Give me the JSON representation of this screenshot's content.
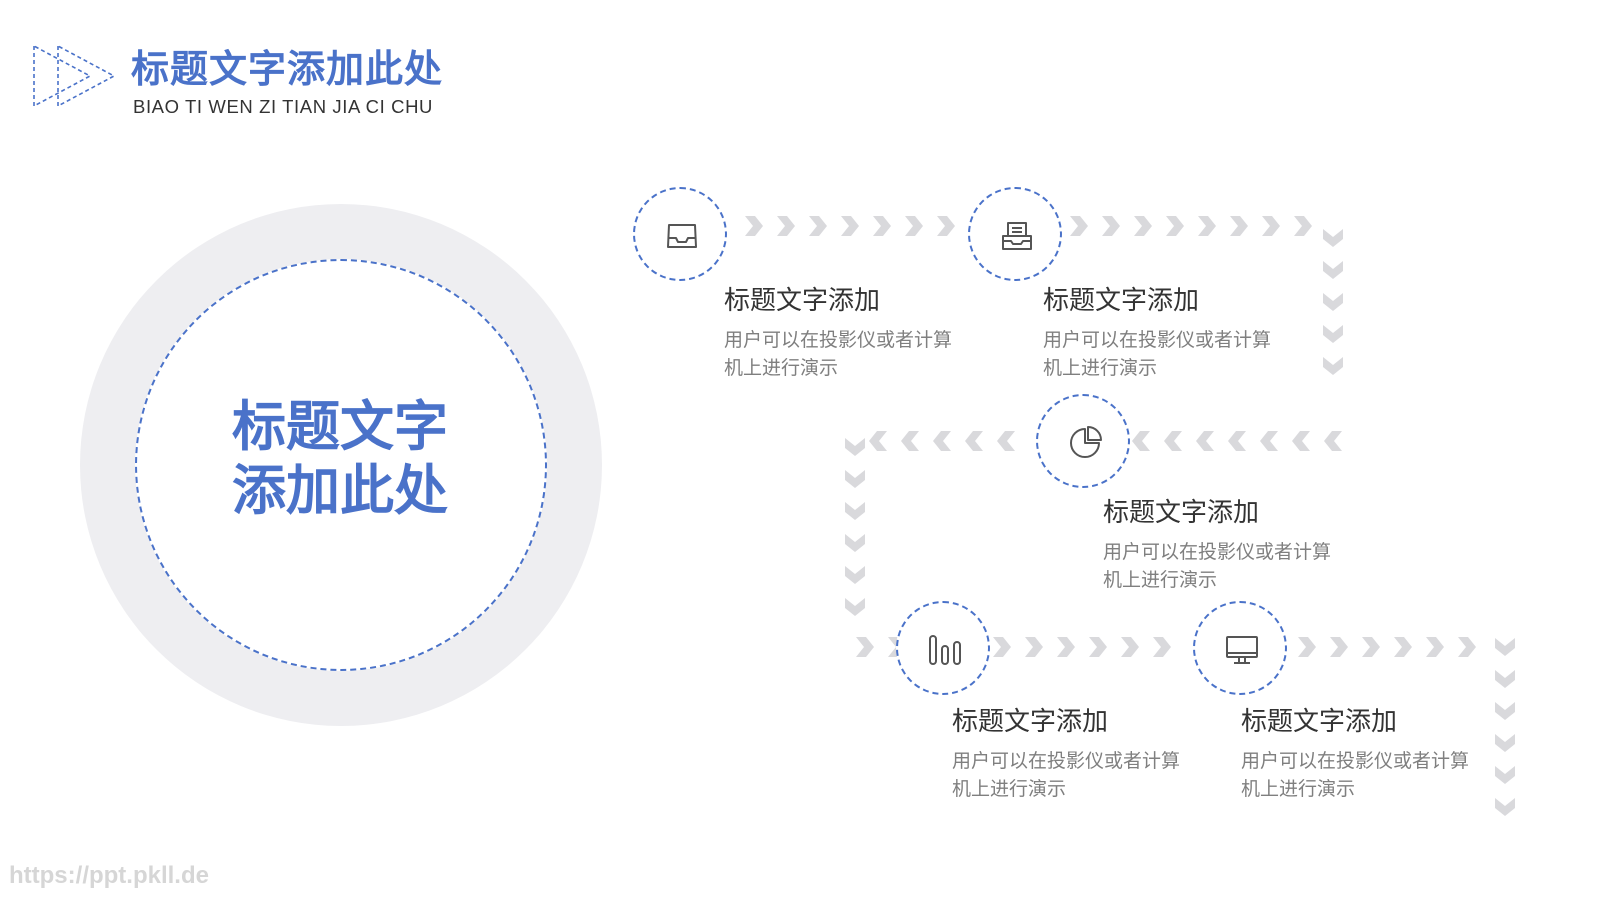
{
  "header": {
    "title": "标题文字添加此处",
    "subtitle": "BIAO TI WEN ZI TIAN JIA CI CHU"
  },
  "center": {
    "line1": "标题文字",
    "line2": "添加此处"
  },
  "steps": [
    {
      "icon": "inbox-tray-icon",
      "title": "标题文字添加",
      "desc": "用户可以在投影仪或者计算机上进行演示"
    },
    {
      "icon": "document-tray-icon",
      "title": "标题文字添加",
      "desc": "用户可以在投影仪或者计算机上进行演示"
    },
    {
      "icon": "pie-chart-icon",
      "title": "标题文字添加",
      "desc": "用户可以在投影仪或者计算机上进行演示"
    },
    {
      "icon": "bar-chart-icon",
      "title": "标题文字添加",
      "desc": "用户可以在投影仪或者计算机上进行演示"
    },
    {
      "icon": "monitor-icon",
      "title": "标题文字添加",
      "desc": "用户可以在投影仪或者计算机上进行演示"
    }
  ],
  "watermark": "https://ppt.pkll.de",
  "colors": {
    "accent": "#4a72c9",
    "chevron": "#d9d9dc",
    "ring": "#eeeef1"
  }
}
